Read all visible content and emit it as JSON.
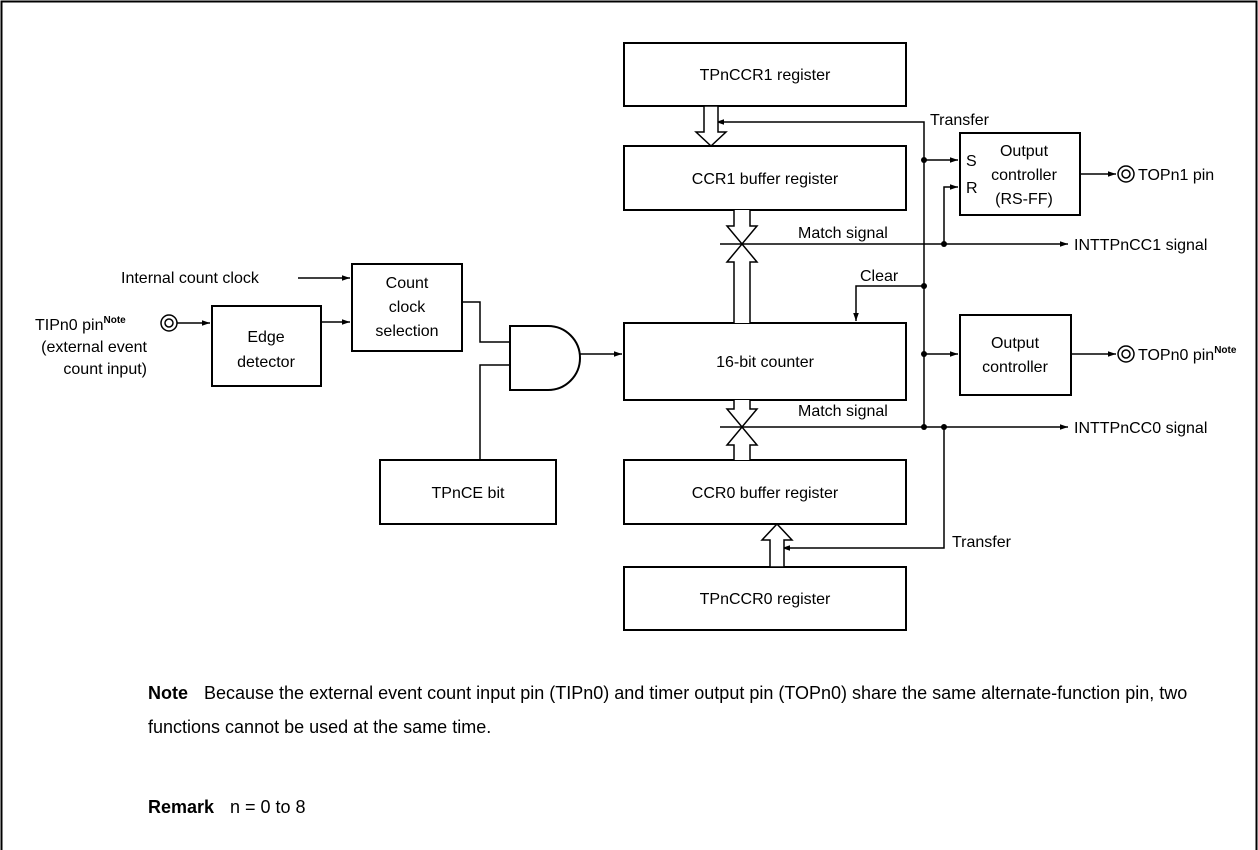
{
  "blocks": {
    "tpnccr1": "TPnCCR1 register",
    "ccr1_buffer": "CCR1 buffer register",
    "counter": "16-bit counter",
    "ccr0_buffer": "CCR0 buffer register",
    "tpnccr0": "TPnCCR0 register",
    "tpnce": "TPnCE bit",
    "edge_line1": "Edge",
    "edge_line2": "detector",
    "count_line1": "Count",
    "count_line2": "clock",
    "count_line3": "selection",
    "oc1_s": "S",
    "oc1_r": "R",
    "oc1_line1": "Output",
    "oc1_line2": "controller",
    "oc1_line3": "(RS-FF)",
    "oc0_line1": "Output",
    "oc0_line2": "controller"
  },
  "labels": {
    "transfer_top": "Transfer",
    "transfer_bottom": "Transfer",
    "match_top": "Match signal",
    "match_bottom": "Match signal",
    "clear": "Clear",
    "internal_clock": "Internal count clock",
    "tipn0_pin": "TIPn0 pin",
    "tipn0_note": "Note",
    "ext_line1": "(external event",
    "ext_line2": "count input)",
    "topn1_pin": "TOPn1 pin",
    "topn0_pin": "TOPn0 pin",
    "topn0_note": "Note",
    "intcc1": "INTTPnCC1 signal",
    "intcc0": "INTTPnCC0 signal"
  },
  "note": {
    "head": "Note",
    "body": "Because the external event count input pin (TIPn0) and timer output pin (TOPn0) share the same alternate-function pin, two functions cannot be used at the same time."
  },
  "remark": {
    "head": "Remark",
    "body": "n = 0 to 8"
  }
}
